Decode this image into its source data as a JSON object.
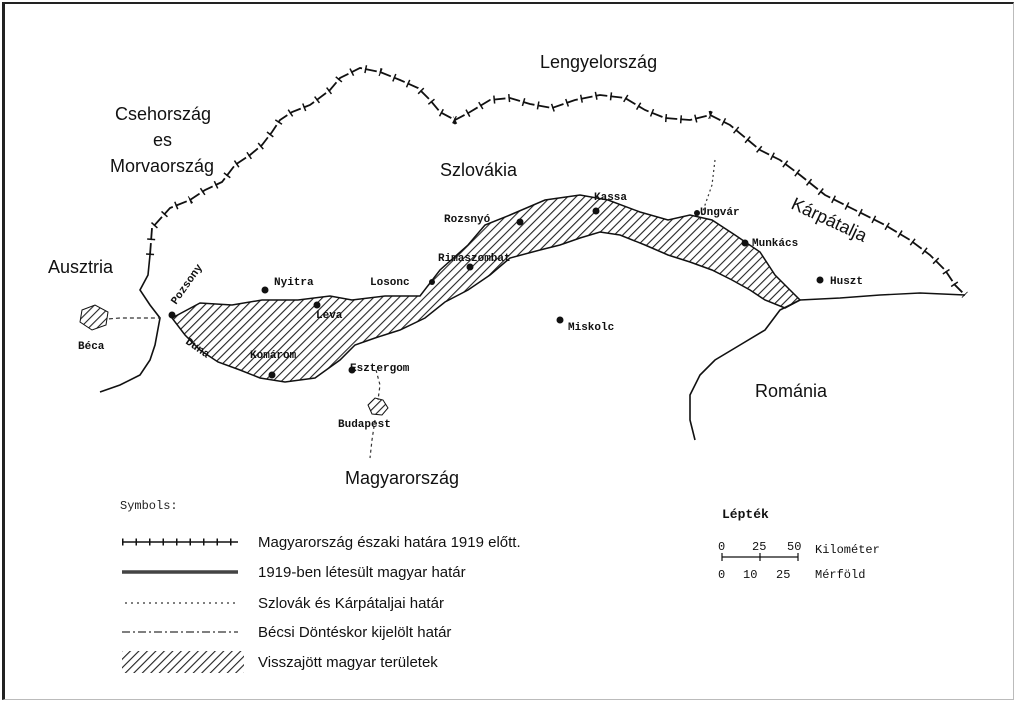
{
  "map": {
    "countries": {
      "poland": "Lengyelország",
      "czech_line1": "Csehország",
      "czech_line2": "es",
      "czech_line3": "Morvaország",
      "slovakia": "Szlovákia",
      "austria": "Ausztria",
      "carpathia": "Kárpátalja",
      "romania": "Románia",
      "hungary": "Magyarország"
    },
    "cities": {
      "kassa": "Kassa",
      "rozsnyo": "Rozsnyó",
      "ungvar": "Ungvár",
      "munkacs": "Munkács",
      "huszt": "Huszt",
      "nyitra": "Nyitra",
      "losonc": "Losonc",
      "rimaszombat": "Rimaszombat",
      "pozsony": "Pozsony",
      "becs": "Béca",
      "leva": "Léva",
      "duna": "Duna",
      "komarom": "Komárom",
      "esztergom": "Esztergom",
      "budapest": "Budapest",
      "miskolc": "Miskolc"
    }
  },
  "legend": {
    "title": "Symbols:",
    "items": [
      {
        "label": "Magyarország északi határa 1919 előtt."
      },
      {
        "label": "1919-ben létesült magyar határ"
      },
      {
        "label": "Szlovák és Kárpátaljai határ"
      },
      {
        "label": "Bécsi Döntéskor kijelölt határ"
      },
      {
        "label": "Visszajött magyar területek"
      }
    ]
  },
  "scale": {
    "title": "Lépték",
    "km_ticks": [
      "0",
      "25",
      "50"
    ],
    "km_label": "Kilométer",
    "mile_ticks": [
      "0",
      "10",
      "25"
    ],
    "mile_label": "Mérföld"
  }
}
